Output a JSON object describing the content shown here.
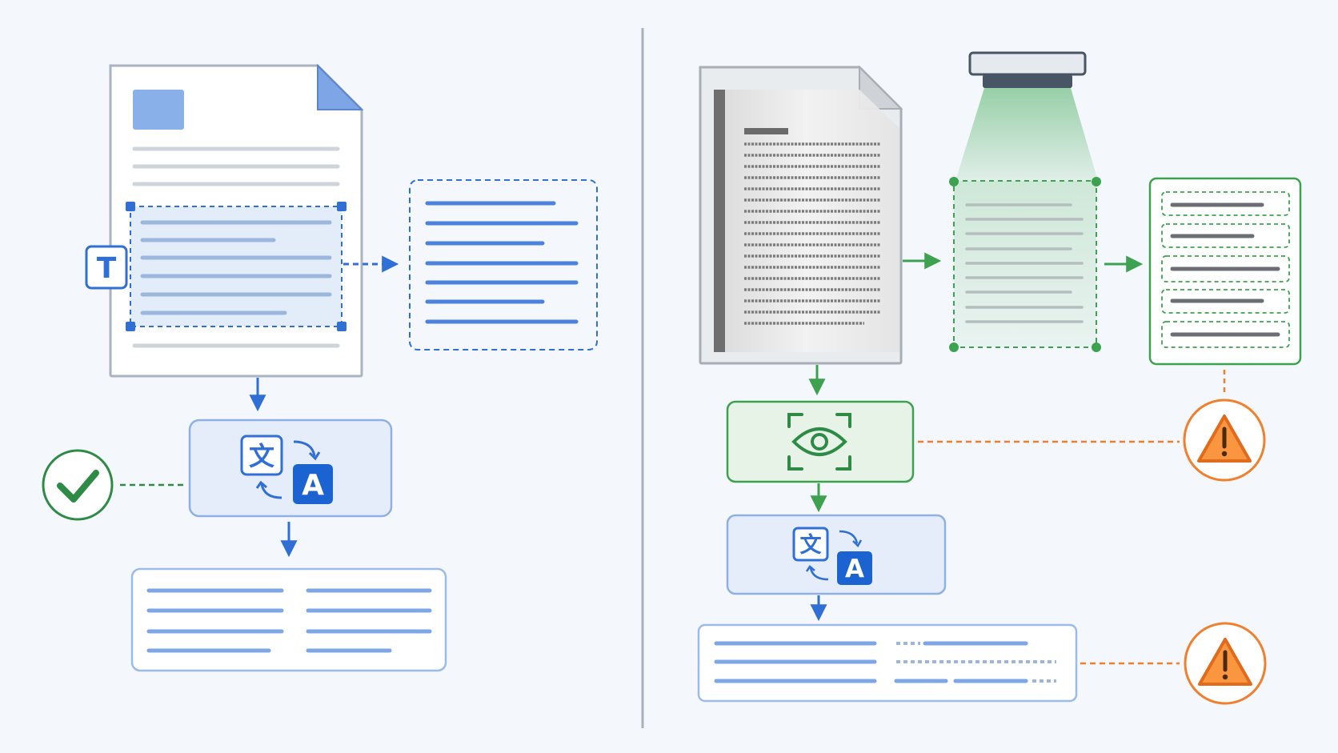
{
  "left_panel": {
    "text_tool_glyph": "T",
    "translate_glyph_source": "文",
    "translate_glyph_target": "A",
    "status": "success"
  },
  "right_panel": {
    "translate_glyph_source": "文",
    "translate_glyph_target": "A",
    "status": "warning"
  },
  "icons": {
    "text_tool": "text-tool-icon",
    "translate": "translate-icon",
    "ocr": "eye-scan-icon",
    "scanner": "scanner-icon",
    "success": "checkmark-circle-icon",
    "warning": "warning-triangle-icon"
  },
  "colors": {
    "background": "#f4f7fb",
    "digital_blue": "#2f6fd6",
    "ocr_green": "#3da24f",
    "warning_orange": "#f07f2e",
    "success_green": "#2e8b46"
  }
}
